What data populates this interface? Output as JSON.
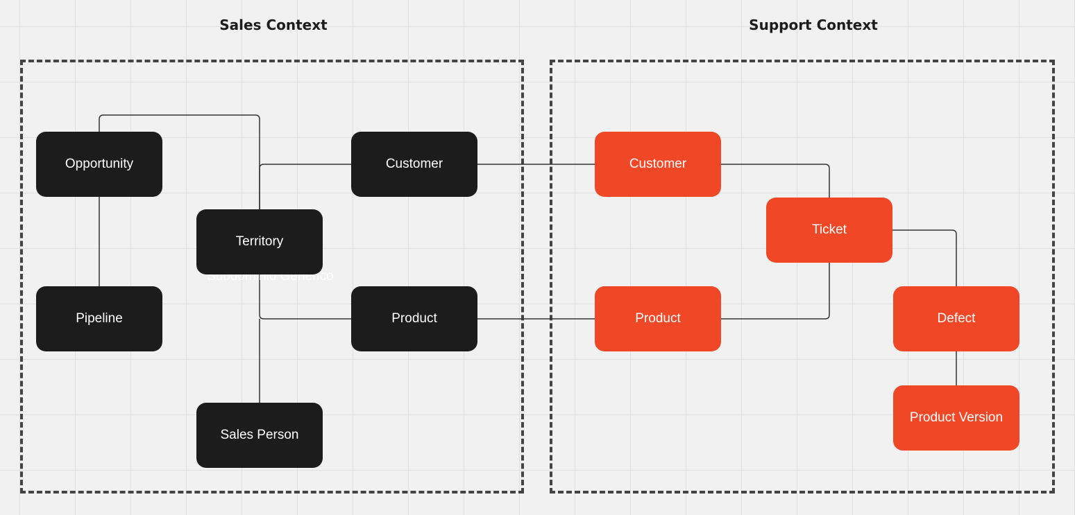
{
  "contexts": {
    "sales": {
      "title": "Sales Context"
    },
    "support": {
      "title": "Support Context"
    }
  },
  "nodes": {
    "opportunity": "Opportunity",
    "pipeline": "Pipeline",
    "territory": "Territory",
    "sales_person": "Sales Person",
    "sales_customer": "Customer",
    "sales_product": "Product",
    "support_customer": "Customer",
    "support_product": "Product",
    "ticket": "Ticket",
    "defect": "Defect",
    "product_version": "Product Version"
  },
  "colors": {
    "sales_node": "#1c1c1c",
    "support_node": "#f04727",
    "connector": "#333333",
    "boundary": "#444444",
    "canvas": "#f1f1f1"
  },
  "annotations": {
    "obscured_label": "Subdominio Genérico"
  }
}
